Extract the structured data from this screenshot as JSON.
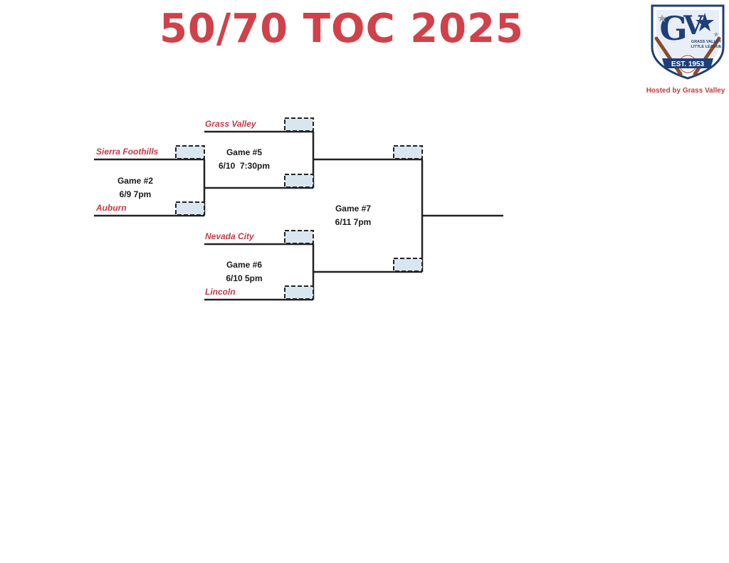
{
  "title": "50/70 TOC 2025",
  "host": "Hosted by Grass Valley",
  "logo": {
    "line1": "GRASS VALLEY",
    "line2": "LITTLE LEAGUE",
    "est": "EST. 1953",
    "colors": {
      "navy": "#1d3f7a",
      "red": "#c43a42",
      "bat": "#8a4b2a"
    }
  },
  "teams": {
    "sierra": "Sierra Foothills",
    "auburn": "Auburn",
    "grass_valley": "Grass Valley",
    "nevada_city": "Nevada City",
    "lincoln": "Lincoln"
  },
  "games": {
    "g2": {
      "label": "Game #2",
      "time": "6/9 7pm"
    },
    "g5": {
      "label": "Game #5",
      "time": "6/10  7:30pm"
    },
    "g6": {
      "label": "Game #6",
      "time": "6/10 5pm"
    },
    "g7": {
      "label": "Game #7",
      "time": "6/11 7pm"
    }
  },
  "colors": {
    "accent": "#d0414a",
    "score_box": "#d8e6f0",
    "line": "#222222"
  }
}
